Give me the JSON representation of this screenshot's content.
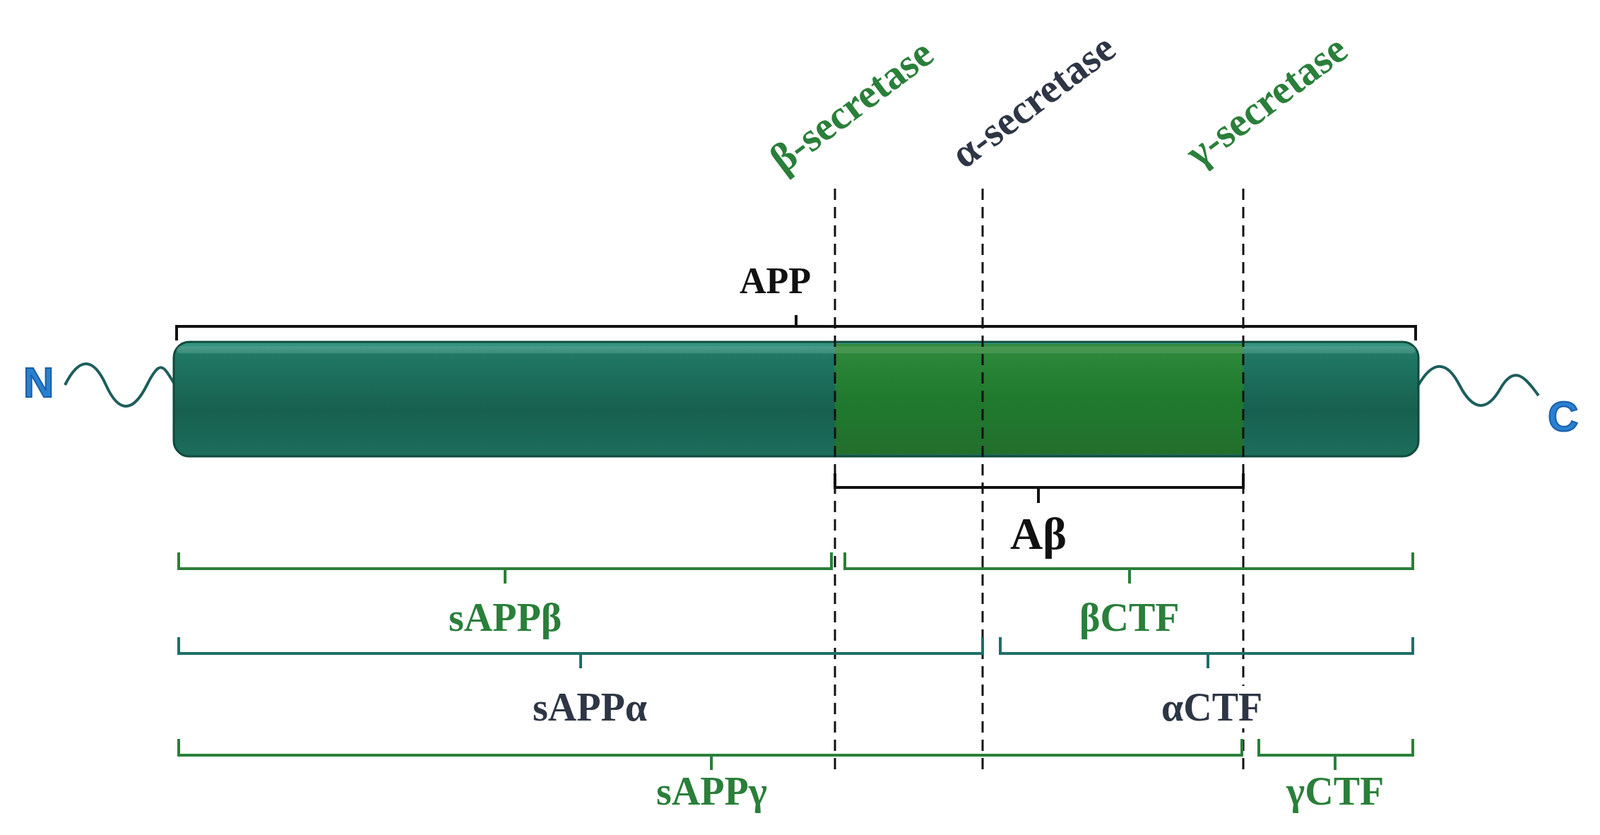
{
  "diagram": {
    "labels": [
      "β-secretase",
      "α-secretase",
      "γ-secretase",
      "APP",
      "N",
      "C",
      "Aβ",
      "sAPPβ",
      "βCTF",
      "sAPPα",
      "αCTF",
      "sAPPγ",
      "γCTF"
    ]
  }
}
